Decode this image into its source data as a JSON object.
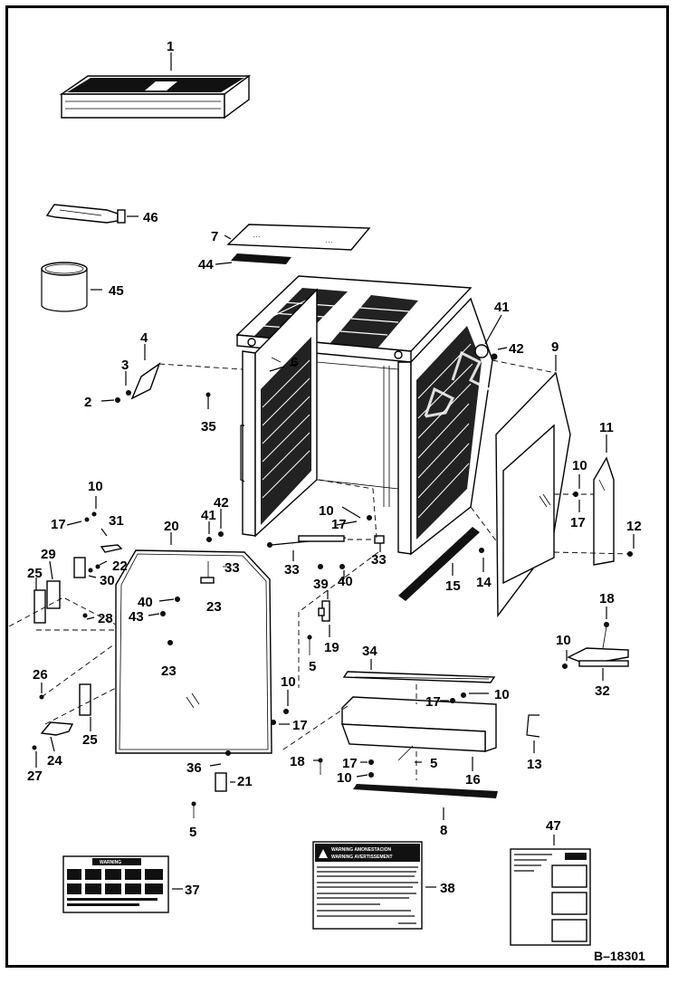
{
  "figure_code": "B–18301",
  "callouts": [
    "1",
    "2",
    "3",
    "4",
    "5",
    "6",
    "7",
    "8",
    "9",
    "10",
    "11",
    "12",
    "13",
    "14",
    "15",
    "16",
    "17",
    "18",
    "19",
    "20",
    "21",
    "22",
    "23",
    "24",
    "25",
    "26",
    "27",
    "28",
    "29",
    "30",
    "31",
    "32",
    "33",
    "34",
    "35",
    "36",
    "37",
    "38",
    "39",
    "40",
    "41",
    "42",
    "43",
    "44",
    "45",
    "46",
    "47"
  ],
  "decals": {
    "warning_title": "WARNING  AMONESTACION",
    "warning_subtitle": "WARNING  AVERTISSEMENT",
    "decal37_title": "WARNING"
  }
}
